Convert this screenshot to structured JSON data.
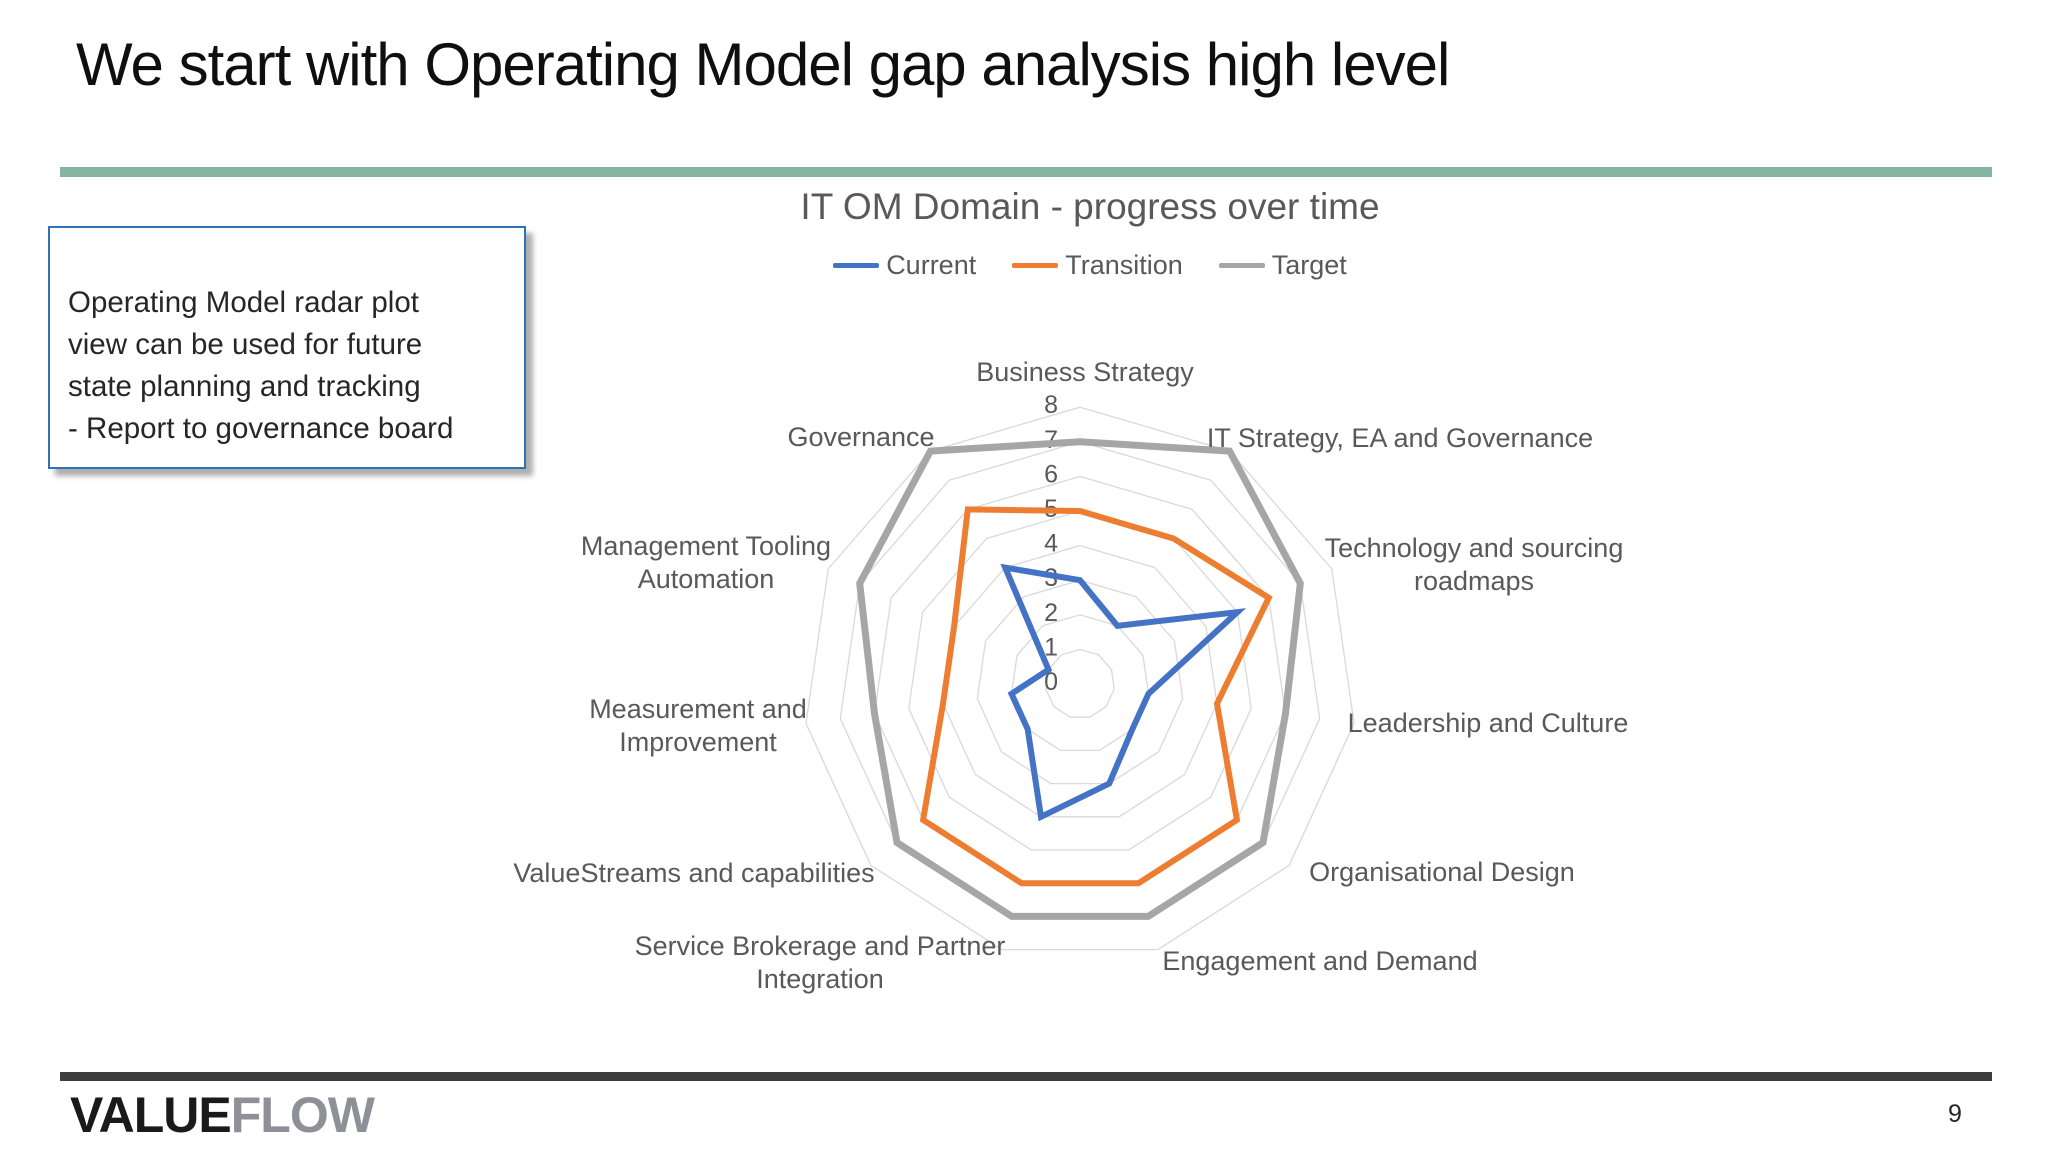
{
  "slide": {
    "title": "We start with Operating Model gap analysis high level",
    "accent_divider_color": "#84B3A0",
    "footer_bar_color": "#3E3E3E"
  },
  "callout": {
    "text": "Operating Model radar plot\nview can be used for future\nstate planning and tracking\n- Report to governance board",
    "border_color": "#2E74B5"
  },
  "chart_data": {
    "type": "radar",
    "title": "IT OM Domain - progress over time",
    "legend_position": "top",
    "grid": true,
    "gridline_color": "#D9D9D9",
    "scale": {
      "min": 0,
      "max": 8,
      "step": 1,
      "ticks": [
        0,
        1,
        2,
        3,
        4,
        5,
        6,
        7,
        8
      ]
    },
    "categories": [
      {
        "label": "Business Strategy",
        "lines": [
          "Business Strategy"
        ]
      },
      {
        "label": "IT Strategy, EA and Governance",
        "lines": [
          "IT Strategy, EA and Governance"
        ]
      },
      {
        "label": "Technology and sourcing roadmaps",
        "lines": [
          "Technology and sourcing",
          "roadmaps"
        ]
      },
      {
        "label": "Leadership and Culture",
        "lines": [
          "Leadership and Culture"
        ]
      },
      {
        "label": "Organisational Design",
        "lines": [
          "Organisational Design"
        ]
      },
      {
        "label": "Engagement and Demand",
        "lines": [
          "Engagement and Demand"
        ]
      },
      {
        "label": "Service Brokerage and Partner Integration",
        "lines": [
          "Service Brokerage and Partner",
          "Integration"
        ]
      },
      {
        "label": "ValueStreams and capabilities",
        "lines": [
          "ValueStreams and capabilities"
        ]
      },
      {
        "label": "Measurement and Improvement",
        "lines": [
          "Measurement and",
          "Improvement"
        ]
      },
      {
        "label": "Management Tooling Automation",
        "lines": [
          "Management Tooling",
          "Automation"
        ]
      },
      {
        "label": "Governance",
        "lines": [
          "Governance"
        ]
      }
    ],
    "series": [
      {
        "name": "Current",
        "color": "#4472C4",
        "values": [
          3,
          2,
          5,
          2,
          2,
          3,
          4,
          2,
          2,
          1,
          4
        ]
      },
      {
        "name": "Transition",
        "color": "#ED7D31",
        "values": [
          5,
          5,
          6,
          4,
          6,
          6,
          6,
          6,
          4,
          4,
          6
        ]
      },
      {
        "name": "Target",
        "color": "#A6A6A6",
        "values": [
          7,
          8,
          7,
          6,
          7,
          7,
          7,
          7,
          6,
          7,
          8
        ]
      }
    ]
  },
  "footer": {
    "logo_primary": "VALUE",
    "logo_secondary": "FLOW",
    "page_number": "9"
  }
}
